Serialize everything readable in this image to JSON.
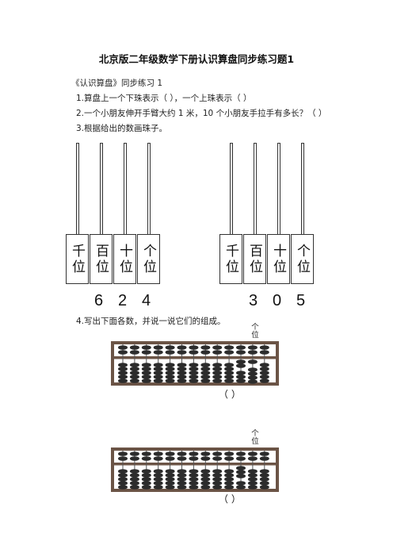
{
  "title": "北京版二年级数学下册认识算盘同步练习题1",
  "subtitle": "《认识算盘》同步练习 1",
  "q1": "1.算盘上一个下珠表示（  ），一个上珠表示（  ）",
  "q2": "2.一个小朋友伸开手臂大约 1 米，10 个小朋友手拉手有多长？（  ）",
  "q3": "3.根据给出的数画珠子。",
  "q4": "4.写出下面各数，并说一说它们的组成。",
  "place_labels": [
    "千位",
    "百位",
    "十位",
    "个位"
  ],
  "abacus_left_digits": [
    "6",
    "2",
    "4"
  ],
  "abacus_right_digits": [
    "3",
    "0",
    "5"
  ],
  "ones_column_label": "个位",
  "answer_blank": "（        ）",
  "colors": {
    "frame": "#6b5446",
    "bead": "#2c2c2c",
    "rod": "#333333"
  }
}
